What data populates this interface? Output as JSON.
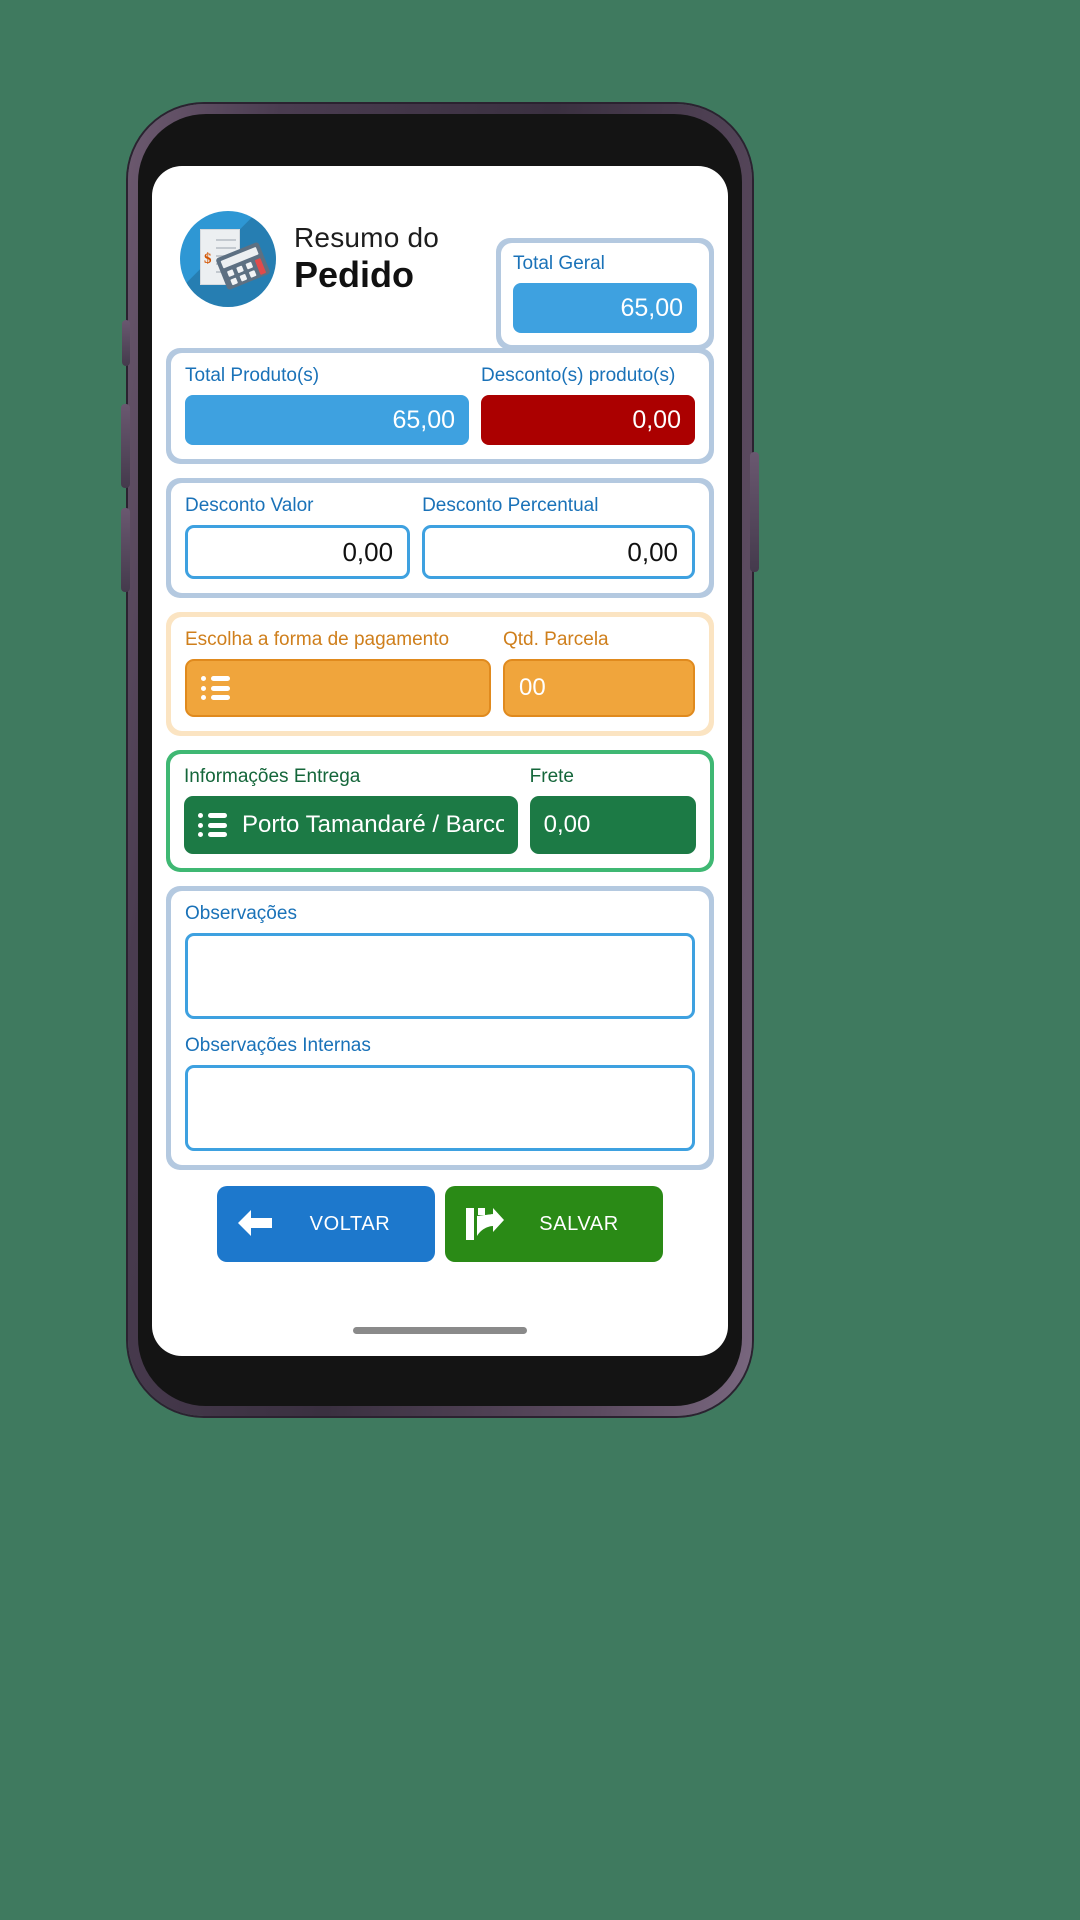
{
  "header": {
    "icon": "invoice-calculator-icon",
    "title_line1": "Resumo do",
    "title_line2": "Pedido"
  },
  "total_geral": {
    "label": "Total Geral",
    "value": "65,00"
  },
  "totals_panel": {
    "produtos": {
      "label": "Total Produto(s)",
      "value": "65,00"
    },
    "descontos": {
      "label": "Desconto(s) produto(s)",
      "value": "0,00"
    }
  },
  "desconto_panel": {
    "valor": {
      "label": "Desconto Valor",
      "value": "0,00"
    },
    "percentual": {
      "label": "Desconto Percentual",
      "value": "0,00"
    }
  },
  "pagamento_panel": {
    "forma": {
      "label": "Escolha a forma de pagamento",
      "value": "",
      "icon": "list-icon"
    },
    "parcela": {
      "label": "Qtd. Parcela",
      "value": "00"
    }
  },
  "entrega_panel": {
    "informacoes": {
      "label": "Informações Entrega",
      "value": "Porto Tamandaré / Barco Mot",
      "icon": "list-icon"
    },
    "frete": {
      "label": "Frete",
      "value": "0,00"
    }
  },
  "observacoes_panel": {
    "observacoes": {
      "label": "Observações",
      "value": ""
    },
    "observacoes_internas": {
      "label": "Observações Internas",
      "value": ""
    }
  },
  "actions": {
    "voltar": {
      "label": "VOLTAR",
      "icon": "arrow-left-icon"
    },
    "salvar": {
      "label": "SALVAR",
      "icon": "share-export-icon"
    }
  },
  "colors": {
    "blue_accent": "#3ea1e0",
    "blue_label": "#1a72b8",
    "panel_border": "#b4c9e0",
    "red": "#ab0000",
    "orange_fill": "#f0a53c",
    "orange_label": "#cf7f1c",
    "orange_panel": "#fbe4c2",
    "green_fill": "#1c7a45",
    "green_border": "#3fb873",
    "green_label": "#14663a",
    "button_blue": "#1d78cc",
    "button_green": "#2a8a16",
    "page_background": "#3f7a5f"
  }
}
